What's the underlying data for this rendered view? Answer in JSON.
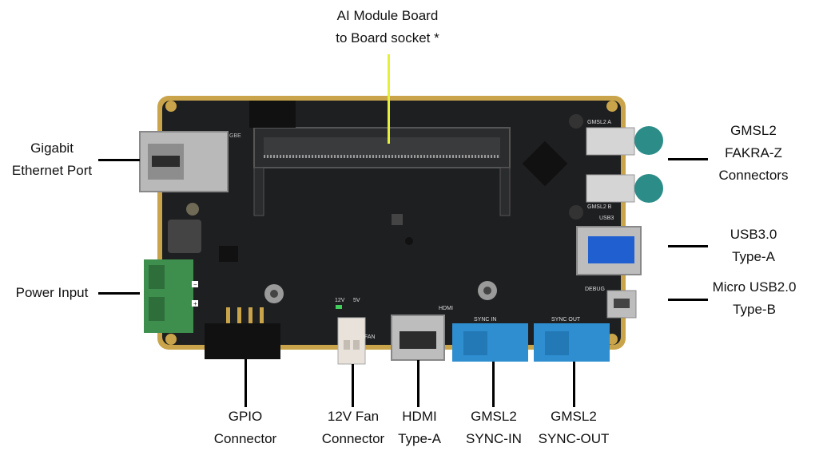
{
  "colors": {
    "board": "#1e1f21",
    "board_edge": "#c9a44a",
    "accent_blue": "#2f8ed0",
    "terminal_green": "#3e8f4d",
    "fakra_teal": "#2c8c88",
    "leader_socket": "#e6f03a"
  },
  "labels": {
    "socket": [
      "AI Module Board",
      "to Board socket *"
    ],
    "ethernet": [
      "Gigabit",
      "Ethernet Port"
    ],
    "fakra": [
      "GMSL2",
      "FAKRA-Z",
      "Connectors"
    ],
    "usb3": [
      "USB3.0",
      "Type-A"
    ],
    "microusb": [
      "Micro USB2.0",
      "Type-B"
    ],
    "power": [
      "Power Input"
    ],
    "gpio": [
      "GPIO",
      "Connector"
    ],
    "fan": [
      "12V Fan",
      "Connector"
    ],
    "hdmi": [
      "HDMI",
      "Type-A"
    ],
    "sync_in": [
      "GMSL2",
      "SYNC-IN"
    ],
    "sync_out": [
      "GMSL2",
      "SYNC-OUT"
    ]
  },
  "silkscreen": {
    "gmsl2a": "GMSL2 A",
    "gmsl2b": "GMSL2 B",
    "usb3": "USB3",
    "debug": "DEBUG",
    "hdmi": "HDMI",
    "sync_in": "SYNC IN",
    "sync_out": "SYNC OUT",
    "fan": "FAN",
    "v12": "12V",
    "v5": "5V",
    "gbe": "GBE",
    "minus": "−",
    "plus": "+"
  }
}
